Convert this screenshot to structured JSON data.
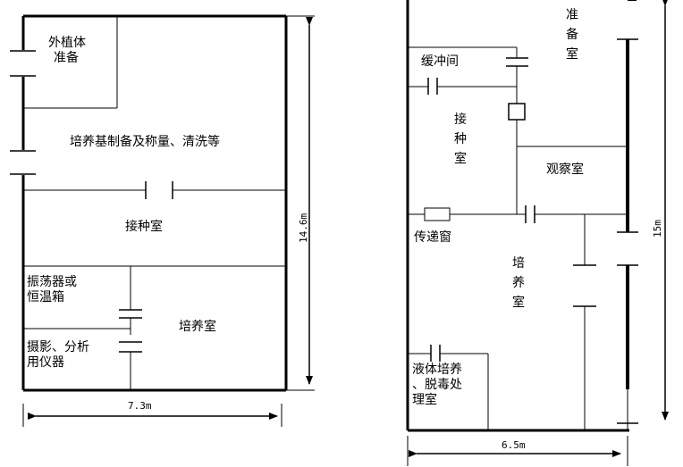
{
  "left_plan": {
    "rooms": {
      "explant_prep": [
        "外植体",
        "准备"
      ],
      "media_prep": "培养基制备及称量、清洗等",
      "inoculation": "接种室",
      "shaker": [
        "振荡器或",
        "恒温箱"
      ],
      "photo": [
        "摄影、分析",
        "用仪器"
      ],
      "culture": "培养室"
    },
    "dims": {
      "width": "7.3m",
      "height": "14.6m"
    }
  },
  "right_plan": {
    "rooms": {
      "prep": [
        "准",
        "备",
        "室"
      ],
      "buffer": "缓冲间",
      "inoculation": [
        "接",
        "种",
        "室"
      ],
      "observation": "观察室",
      "pass_window": "传递窗",
      "culture": [
        "培",
        "养",
        "室"
      ],
      "liquid": [
        "液体培养",
        "、脱毒处",
        "理室"
      ]
    },
    "dims": {
      "width": "6.5m",
      "height": "15m"
    }
  }
}
